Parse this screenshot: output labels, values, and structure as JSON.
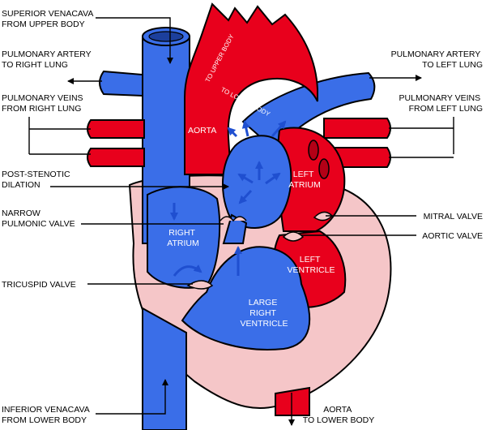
{
  "colors": {
    "oxygenated": "#e8001c",
    "deoxygenated": "#3a6ee8",
    "heart_wall": "#f5c6c8",
    "outline": "#000000",
    "flow_arrow": "#1f4fd0"
  },
  "labels": {
    "superior_vena_cava": [
      "SUPERIOR VENACAVA",
      "FROM UPPER BODY"
    ],
    "pulmonary_artery_right": [
      "PULMONARY ARTERY",
      "TO RIGHT LUNG"
    ],
    "pulmonary_veins_right": [
      "PULMONARY VEINS",
      "FROM RIGHT LUNG"
    ],
    "post_stenotic_dilation": [
      "POST-STENOTIC",
      "DILATION"
    ],
    "narrow_pulmonic_valve": [
      "NARROW",
      "PULMONIC VALVE"
    ],
    "tricuspid_valve": [
      "TRICUSPID VALVE"
    ],
    "inferior_vena_cava": [
      "INFERIOR VENACAVA",
      "FROM LOWER BODY"
    ],
    "pulmonary_artery_left": [
      "PULMONARY ARTERY",
      "TO LEFT LUNG"
    ],
    "pulmonary_veins_left": [
      "PULMONARY VEINS",
      "FROM LEFT LUNG"
    ],
    "mitral_valve": [
      "MITRAL VALVE"
    ],
    "aortic_valve": [
      "AORTIC VALVE"
    ],
    "aorta_lower": [
      "AORTA",
      "TO LOWER BODY"
    ]
  },
  "chambers": {
    "aorta": "AORTA",
    "to_upper_body": "TO UPPER BODY",
    "to_lower_body": "TO LOWER BODY",
    "left_atrium": [
      "LEFT",
      "ATRIUM"
    ],
    "right_atrium": [
      "RIGHT",
      "ATRIUM"
    ],
    "left_ventricle": [
      "LEFT",
      "VENTRICLE"
    ],
    "large_right_ventricle": [
      "LARGE",
      "RIGHT",
      "VENTRICLE"
    ]
  }
}
